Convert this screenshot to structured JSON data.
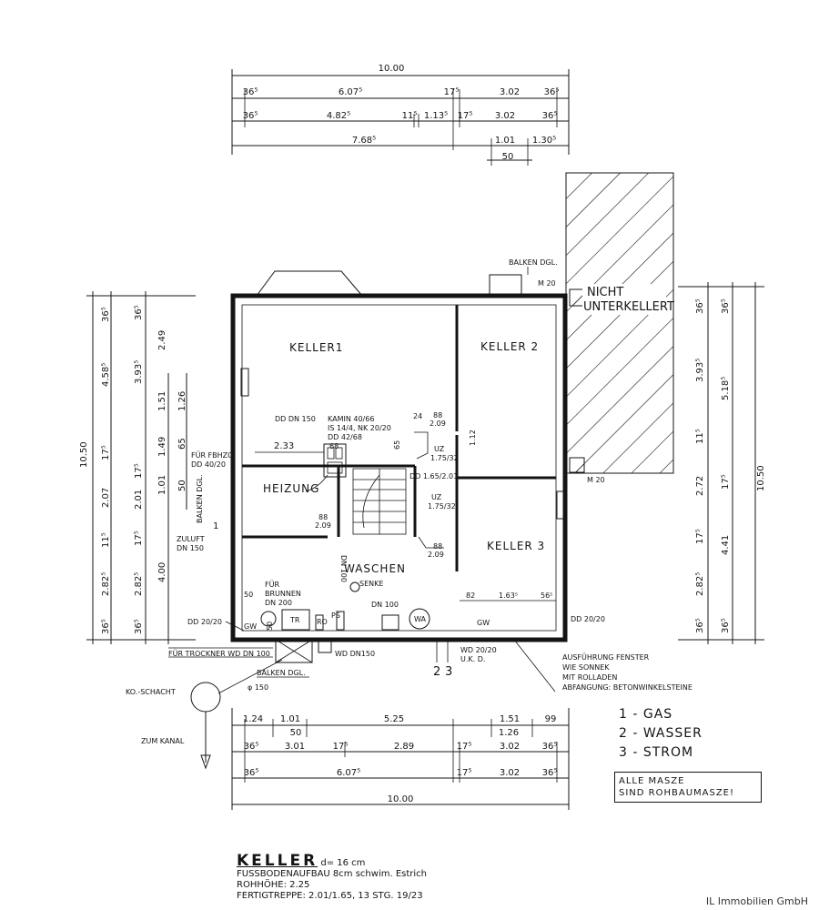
{
  "top_dimensions": {
    "row1": [
      "10.00"
    ],
    "row2": [
      "36⁵",
      "6.07⁵",
      "17⁵",
      "3.02",
      "36⁵"
    ],
    "row3": [
      "36⁵",
      "4.82⁵",
      "11⁵",
      "1.13⁵",
      "17⁵",
      "3.02",
      "36⁵"
    ],
    "row4": [
      "7.68⁵",
      "1.01",
      "1.30⁵"
    ],
    "row5": [
      "50"
    ]
  },
  "bottom_dimensions": {
    "row1": [
      "1.24",
      "1.01",
      "5.25",
      "1.51",
      "99"
    ],
    "row2": [
      "50",
      "1.26"
    ],
    "row3": [
      "36⁵",
      "3.01",
      "17⁵",
      "2.89",
      "17⁵",
      "3.02",
      "36⁵"
    ],
    "row4": [
      "36⁵",
      "6.07⁵",
      "17⁵",
      "3.02",
      "36⁵"
    ],
    "row5": [
      "10.00"
    ]
  },
  "left_dimensions": {
    "outer": [
      "10.50"
    ],
    "col_a": [
      "36⁵",
      "4.58⁵",
      "17⁵",
      "2.07",
      "11⁵",
      "2.82⁵",
      "36⁵"
    ],
    "col_b": [
      "36⁵",
      "3.93⁵",
      "17⁵",
      "2.01",
      "17⁵",
      "2.82⁵",
      "36⁵"
    ],
    "col_c": [
      "2.49",
      "1.51",
      "1.49",
      "1.01",
      "4.00"
    ],
    "col_d": [
      "1.26",
      "65",
      "50"
    ]
  },
  "right_dimensions": {
    "outer": [
      "10.50"
    ],
    "col_a": [
      "36⁵",
      "5.18⁵",
      "17⁵",
      "4.41",
      "36⁵"
    ],
    "col_b": [
      "36⁵",
      "3.93⁵",
      "11⁵",
      "2.72",
      "17⁵",
      "2.82⁵",
      "36⁵"
    ]
  },
  "rooms": {
    "keller1": "KELLER1",
    "keller2": "KELLER 2",
    "keller3": "KELLER 3",
    "heizung": "HEIZUNG",
    "waschen": "WASCHEN"
  },
  "annotations": {
    "balken_dgl_top": "BALKEN DGL.",
    "m20_top": "M 20",
    "nicht": "NICHT",
    "unterkellert": "UNTERKELLERT",
    "m20_bottom": "M 20",
    "kamin": [
      "KAMIN 40/66",
      "IS 14/4, NK 20/20",
      "DD 42/68"
    ],
    "dd_dn150": "DD DN 150",
    "dim_68": "68",
    "dim_2_33": "2.33",
    "dim_65": "65",
    "dim_24": "24",
    "dim_88_a": "88",
    "dim_2_09_a": "2.09",
    "dim_112": "1.12",
    "uz1": "UZ",
    "uz1_dim": "1.75/32",
    "dd_165": "DD 1.65/2.01",
    "uz2": "UZ",
    "uz2_dim": "1.75/32",
    "dim_88_b": "88",
    "dim_2_09_b": "2.09",
    "dim_88_c": "88",
    "dim_2_09_c": "2.09",
    "fur_fbhzg": "FÜR FBHZG",
    "dd_40_20": "DD 40/20",
    "balken_dgl_left": "BALKEN DGL.",
    "dim_1": "1",
    "zuluft": "ZULUFT",
    "zuluft_dn": "DN 150",
    "dn100_vertical": "DN 100",
    "senke": "SENKE",
    "dn100_b": "DN 100",
    "fur_brunnen": "FÜR",
    "fur_brunnen2": "BRUNNEN",
    "brunnen_dn": "DN 200",
    "dim_50": "50",
    "dim_50b": "50",
    "tr": "TR",
    "ro": "RO",
    "ps": "PS",
    "wa": "WA",
    "gw_left": "GW",
    "gw_right": "GW",
    "dim_82": "82",
    "dim_163": "1.63⁵",
    "dim_56": "56⁵",
    "dd_20_20_left": "DD 20/20",
    "dd_20_20_right": "DD 20/20",
    "fur_trockner": "FÜR TROCKNER WD DN 100",
    "wd_dn150": "WD DN150",
    "wd_20_20": "WD 20/20",
    "uk_d": "U.K. D.",
    "balken_dgl_bottom": "BALKEN DGL.",
    "ko_schacht": "KO.-SCHACHT",
    "phi150": "φ 150",
    "zum_kanal": "ZUM KANAL",
    "num2": "2",
    "num3": "3",
    "ausfuhrung": [
      "AUSFÜHRUNG FENSTER",
      "WIE SONNEK",
      "MIT ROLLADEN",
      "ABFANGUNG: BETONWINKELSTEINE"
    ]
  },
  "legend": [
    "1 - GAS",
    "2 - WASSER",
    "3 - STROM"
  ],
  "note": [
    "ALLE MASZE",
    "SIND ROHBAUMASZE!"
  ],
  "footer": {
    "title": "KELLER",
    "title_suffix": "d= 16 cm",
    "lines": [
      "FUSSBODENAUFBAU  8cm  schwim. Estrich",
      "ROHHÖHE:   2.25",
      "FERTIGTREPPE:  2.01/1.65, 13 STG. 19/23"
    ]
  },
  "company": "IL Immobilien GmbH"
}
